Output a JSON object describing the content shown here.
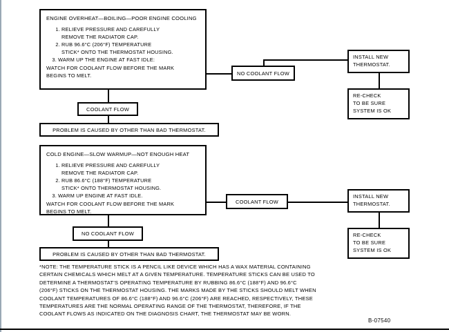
{
  "figure": {
    "code": "B-07540",
    "note_lines": [
      "*NOTE: THE TEMPERATURE STICK IS A PENCIL LIKE DEVICE WHICH HAS A WAX MATERIAL CONTAINING",
      "CERTAIN CHEMICALS WHICH MELT AT A GIVEN TEMPERATURE. TEMPERATURE STICKS CAN BE USED TO",
      "DETERMINE A THERMOSTAT'S OPERATING TEMPERATURE BY RUBBING 86.6°C (188°F) AND 96.6°C",
      "(206°F) STICKS ON THE THERMOSTAT HOUSING. THE MARKS MADE BY THE STICKS SHOULD MELT WHEN",
      "COOLANT TEMPERATURES OF 86.6°C (188°F) AND 96.6°C (206°F) ARE REACHED, RESPECTIVELY, THESE",
      "TEMPERATURES ARE THE NORMAL OPERATING RANGE OF THE THERMOSTAT, THEREFORE, IF THE",
      "COOLANT FLOWS AS INDICATED ON THE DIAGNOSIS CHART, THE THERMOSTAT MAY BE WORN."
    ]
  },
  "chart_data": {
    "type": "diagram",
    "title": "Thermostat Diagnosis Chart",
    "branches": [
      {
        "id": "overheat",
        "symptom": "ENGINE OVERHEAT—BOILING—POOR ENGINE COOLING",
        "steps": [
          {
            "num": "1.",
            "text": "RELIEVE PRESSURE AND CAREFULLY\nREMOVE THE RADIATOR CAP."
          },
          {
            "num": "2.",
            "text": "RUB 96.6°C (206°F) TEMPERATURE\nSTICK* ONTO THE THERMOSTAT HOUSING."
          },
          {
            "num": "3.",
            "text": "WARM UP THE ENGINE AT FAST IDLE:"
          }
        ],
        "tail": "WATCH FOR COOLANT FLOW BEFORE THE MARK\nBEGINS TO MELT.",
        "fault_result": "NO COOLANT FLOW",
        "ok_result": "COOLANT FLOW",
        "action": "INSTALL NEW\nTHERMOSTAT.",
        "verify": "RE-CHECK\nTO BE SURE\nSYSTEM IS OK",
        "conclusion": "PROBLEM IS CAUSED BY OTHER THAN BAD THERMOSTAT."
      },
      {
        "id": "cold",
        "symptom": "COLD ENGINE—SLOW WARMUP—NOT ENOUGH HEAT",
        "steps": [
          {
            "num": "1.",
            "text": "RELIEVE PRESSURE AND CAREFULLY\nREMOVE THE RADIATOR CAP."
          },
          {
            "num": "2.",
            "text": "RUB 86.6°C (188°F) TEMPERATURE\nSTICK* ONTO THERMOSTAT HOUSING."
          },
          {
            "num": "3.",
            "text": "WARM UP ENGINE AT FAST IDLE."
          }
        ],
        "tail": "WATCH FOR COOLANT FLOW BEFORE THE MARK\nBEGINS TO MELT.",
        "fault_result": "COOLANT FLOW",
        "ok_result": "NO COOLANT FLOW",
        "action": "INSTALL NEW\nTHERMOSTAT.",
        "verify": "RE-CHECK\nTO BE SURE\nSYSTEM IS OK",
        "conclusion": "PROBLEM IS CAUSED BY OTHER THAN BAD THERMOSTAT."
      }
    ]
  },
  "top": {
    "symptom_title": "ENGINE OVERHEAT—BOILING—POOR ENGINE COOLING",
    "step1_num": "1.",
    "step1_text": "RELIEVE PRESSURE AND CAREFULLY\nREMOVE THE RADIATOR CAP.",
    "step2_num": "2.",
    "step2_text": "RUB 96.6°C (206°F) TEMPERATURE\nSTICK* ONTO THE THERMOSTAT HOUSING.",
    "step3_num": "3.",
    "step3_text": "WARM UP THE ENGINE AT FAST IDLE:",
    "tail": "WATCH FOR COOLANT FLOW BEFORE THE MARK\nBEGINS TO MELT.",
    "no_coolant_flow": "NO COOLANT FLOW",
    "coolant_flow": "COOLANT FLOW",
    "install_line1": "INSTALL NEW",
    "install_line2": "THERMOSTAT.",
    "recheck_line1": "RE-CHECK",
    "recheck_line2": "TO BE SURE",
    "recheck_line3": "SYSTEM IS OK",
    "conclusion": "PROBLEM IS CAUSED BY OTHER THAN BAD THERMOSTAT."
  },
  "bottom": {
    "symptom_title": "COLD ENGINE—SLOW WARMUP—NOT ENOUGH HEAT",
    "step1_num": "1.",
    "step1_text": "RELIEVE PRESSURE AND CAREFULLY\nREMOVE THE RADIATOR CAP.",
    "step2_num": "2.",
    "step2_text": "RUB 86.6°C (188°F) TEMPERATURE\nSTICK* ONTO THERMOSTAT HOUSING.",
    "step3_num": "3.",
    "step3_text": "WARM UP ENGINE AT FAST IDLE.",
    "tail": "WATCH FOR COOLANT FLOW BEFORE THE MARK\nBEGINS TO MELT.",
    "coolant_flow": "COOLANT FLOW",
    "no_coolant_flow": "NO COOLANT FLOW",
    "install_line1": "INSTALL NEW",
    "install_line2": "THERMOSTAT.",
    "recheck_line1": "RE-CHECK",
    "recheck_line2": "TO BE SURE",
    "recheck_line3": "SYSTEM IS OK",
    "conclusion": "PROBLEM IS CAUSED BY OTHER THAN BAD THERMOSTAT."
  },
  "note": {
    "l1": "*NOTE: THE TEMPERATURE STICK IS A PENCIL LIKE DEVICE WHICH HAS A WAX MATERIAL CONTAINING",
    "l2": "CERTAIN CHEMICALS WHICH MELT AT A GIVEN TEMPERATURE. TEMPERATURE STICKS CAN BE USED TO",
    "l3": "DETERMINE A THERMOSTAT'S OPERATING TEMPERATURE BY RUBBING 86.6°C (188°F) AND 96.6°C",
    "l4": "(206°F) STICKS ON THE THERMOSTAT HOUSING. THE MARKS MADE BY THE STICKS SHOULD MELT WHEN",
    "l5": "COOLANT TEMPERATURES OF 86.6°C (188°F) AND 96.6°C (206°F) ARE REACHED, RESPECTIVELY, THESE",
    "l6": "TEMPERATURES ARE THE NORMAL OPERATING RANGE OF THE THERMOSTAT, THEREFORE, IF THE",
    "l7": "COOLANT FLOWS AS INDICATED ON THE DIAGNOSIS CHART, THE THERMOSTAT MAY BE WORN."
  },
  "code": "B-07540"
}
